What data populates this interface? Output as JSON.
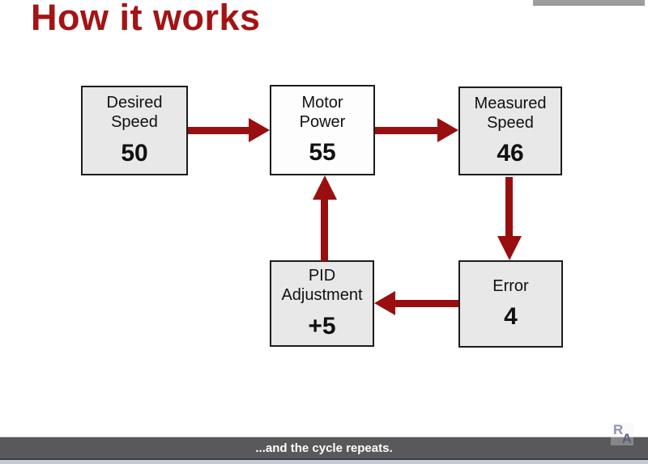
{
  "slide": {
    "title": "How it works"
  },
  "diagram": {
    "boxes": [
      {
        "name": "desired-speed",
        "line1": "Desired",
        "line2": "Speed",
        "value": "50"
      },
      {
        "name": "motor-power",
        "line1": "Motor",
        "line2": "Power",
        "value": "55"
      },
      {
        "name": "measured-speed",
        "line1": "Measured",
        "line2": "Speed",
        "value": "46"
      },
      {
        "name": "pid-adjustment",
        "line1": "PID",
        "line2": "Adjustment",
        "value": "+5"
      },
      {
        "name": "error",
        "line1": "Error",
        "line2": "",
        "value": "4"
      }
    ],
    "arrows": [
      {
        "name": "arrow-desired-to-motor",
        "direction": "right"
      },
      {
        "name": "arrow-motor-to-measured",
        "direction": "right"
      },
      {
        "name": "arrow-measured-to-error",
        "direction": "down"
      },
      {
        "name": "arrow-error-to-pid",
        "direction": "left"
      },
      {
        "name": "arrow-pid-to-motor",
        "direction": "up"
      }
    ]
  },
  "footer": {
    "caption": "...and the cycle repeats."
  },
  "logo": {
    "letter_top": "R",
    "letter_bottom": "A"
  },
  "colors": {
    "title_red": "#a31415",
    "arrow_red": "#990e0e",
    "box_fill": "#e8e8e8",
    "motor_box_fill": "#fdfdfd",
    "box_border": "#1c1c1c",
    "footer_bar": "#59595b",
    "footer_text": "#ffffff",
    "bottom_edge_dark": "#3a3d46",
    "bottom_edge_light": "#c5c9d2",
    "top_scrollbar": "#9d9d9d"
  }
}
